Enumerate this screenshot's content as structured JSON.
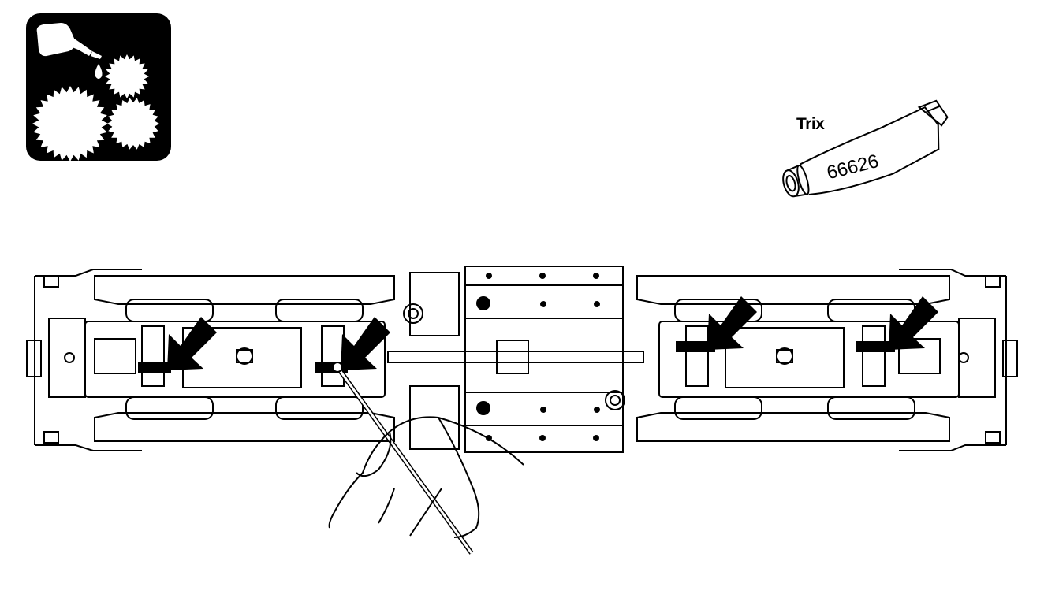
{
  "maintenance_icon": {
    "icon_name": "oil-gears-icon",
    "background_color": "#000000",
    "foreground_color": "#ffffff"
  },
  "lubricant": {
    "brand": "Trix",
    "part_number": "66626",
    "icon_name": "grease-tube-icon"
  },
  "illustration": {
    "subject": "locomotive-underside",
    "lubrication_points": 4,
    "arrow_color": "#000000",
    "line_color": "#000000"
  }
}
